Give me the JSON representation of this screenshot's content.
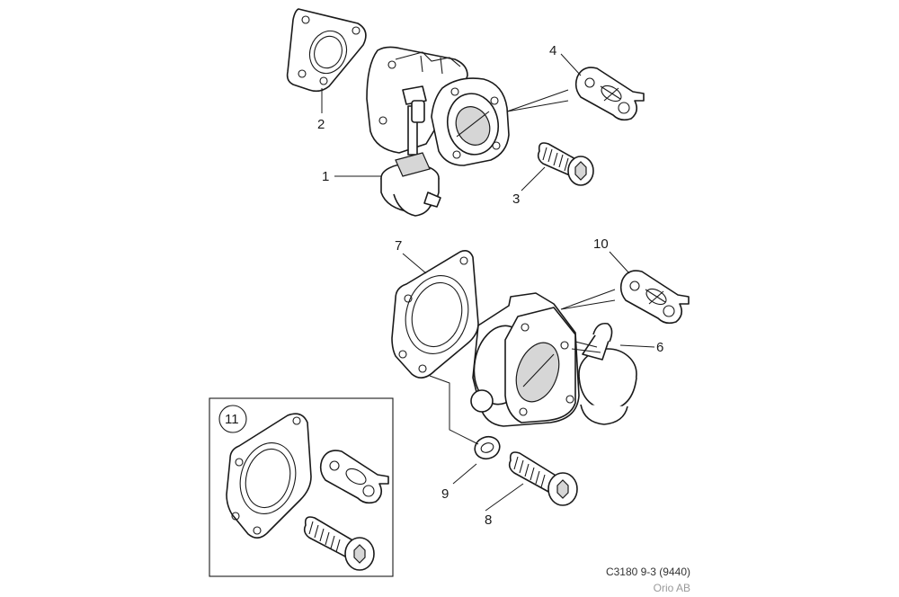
{
  "callouts": {
    "c1": "1",
    "c2": "2",
    "c3": "3",
    "c4": "4",
    "c6": "6",
    "c7": "7",
    "c8": "8",
    "c9": "9",
    "c10": "10",
    "c11": "11"
  },
  "footer": {
    "code": "C3180 9-3 (9440)",
    "publisher": "Orio AB"
  }
}
